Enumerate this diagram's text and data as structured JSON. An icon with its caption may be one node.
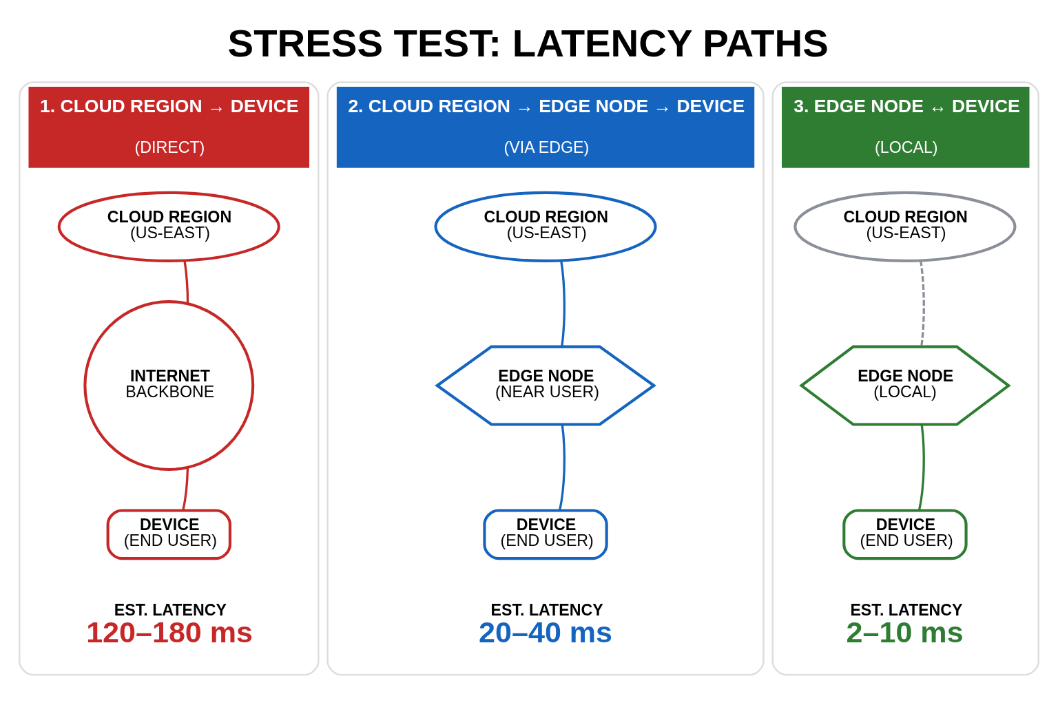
{
  "diagram": {
    "title": "STRESS TEST: LATENCY PATHS",
    "nodes": [
      {
        "text": [
          "1. CLOUD REGION → DEVICE",
          "(DIRECT)"
        ]
      },
      {
        "text": [
          "CLOUD REGION",
          "(US-EAST)"
        ],
        "in": 0
      },
      {
        "text": [
          "INTERNET",
          "BACKBONE"
        ],
        "in": 0
      },
      {
        "text": [
          "DEVICE",
          "(END USER)"
        ],
        "in": 0
      },
      {
        "text": [
          "EST. LATENCY",
          "120–180 ms"
        ],
        "in": 0
      },
      {
        "text": [
          "2. CLOUD REGION → EDGE NODE → DEVICE",
          "(VIA EDGE)"
        ]
      },
      {
        "text": [
          "CLOUD REGION",
          "(US-EAST)"
        ],
        "in": 5
      },
      {
        "text": [
          "EDGE NODE",
          "(NEAR USER)"
        ],
        "in": 5
      },
      {
        "text": [
          "DEVICE",
          "(END USER)"
        ],
        "in": 5
      },
      {
        "text": [
          "EST. LATENCY",
          "20–40 ms"
        ],
        "in": 5
      },
      {
        "text": [
          "3. EDGE NODE ↔ DEVICE",
          "(LOCAL)"
        ]
      },
      {
        "text": [
          "CLOUD REGION",
          "(US-EAST)"
        ],
        "in": 10
      },
      {
        "text": [
          "EDGE NODE",
          "(LOCAL)"
        ],
        "in": 10
      },
      {
        "text": [
          "DEVICE",
          "(END USER)"
        ],
        "in": 10
      },
      {
        "text": [
          "EST. LATENCY",
          "2–10 ms"
        ],
        "in": 10
      }
    ],
    "edges": [
      {
        "from": 1,
        "to": 2,
        "arrow": "none",
        "color": "#c62828"
      },
      {
        "from": 2,
        "to": 3,
        "arrow": "none",
        "color": "#c62828"
      },
      {
        "from": 6,
        "to": 7,
        "arrow": "none",
        "color": "#1565c0"
      },
      {
        "from": 7,
        "to": 8,
        "arrow": "none",
        "color": "#1565c0"
      },
      {
        "from": 11,
        "to": 12,
        "arrow": "none",
        "style": "dashed",
        "color": "#8a8f98"
      },
      {
        "from": 12,
        "to": 13,
        "arrow": "none",
        "color": "#2e7d32"
      }
    ]
  }
}
